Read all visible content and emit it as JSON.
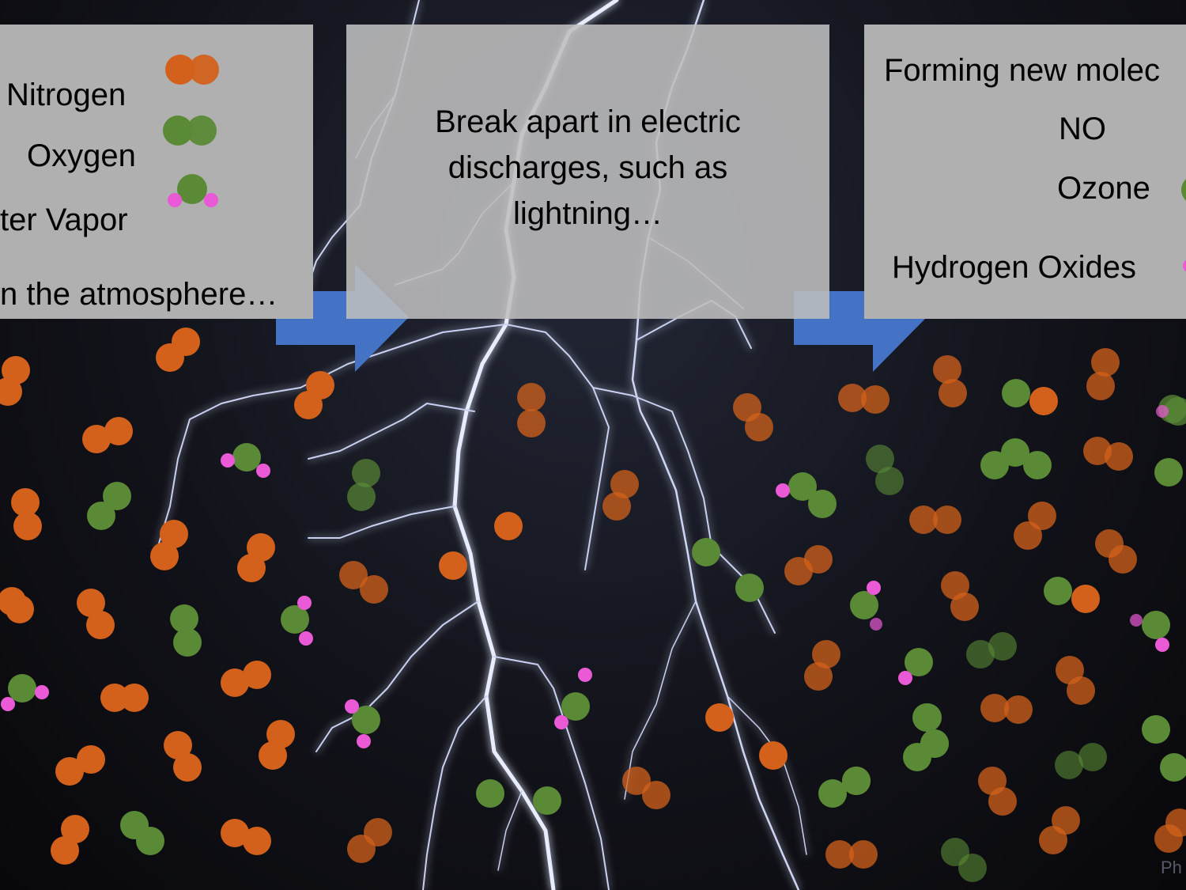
{
  "panel_left": {
    "nitrogen_label": "Nitrogen",
    "oxygen_label": "Oxygen",
    "water_label": "ter Vapor",
    "caption": "n the atmosphere…"
  },
  "panel_middle": {
    "caption": "Break apart in electric discharges, such as lightning…"
  },
  "panel_right": {
    "heading": "Forming new molec",
    "no_label": "NO",
    "ozone_label": "Ozone",
    "hox_label": "Hydrogen Oxides"
  },
  "credit": "Ph",
  "colors": {
    "nitrogen": "#d3611b",
    "oxygen": "#5a8a36",
    "hydrogen": "#ea5ad6",
    "arrow": "#4472c4",
    "panel": "#b0b0b0"
  },
  "icons": [
    "nitrogen-molecule-icon",
    "oxygen-molecule-icon",
    "water-molecule-icon",
    "no-molecule-icon",
    "ozone-molecule-icon",
    "hydrogen-oxide-molecule-icon",
    "right-arrow-icon",
    "lightning-bolt"
  ]
}
